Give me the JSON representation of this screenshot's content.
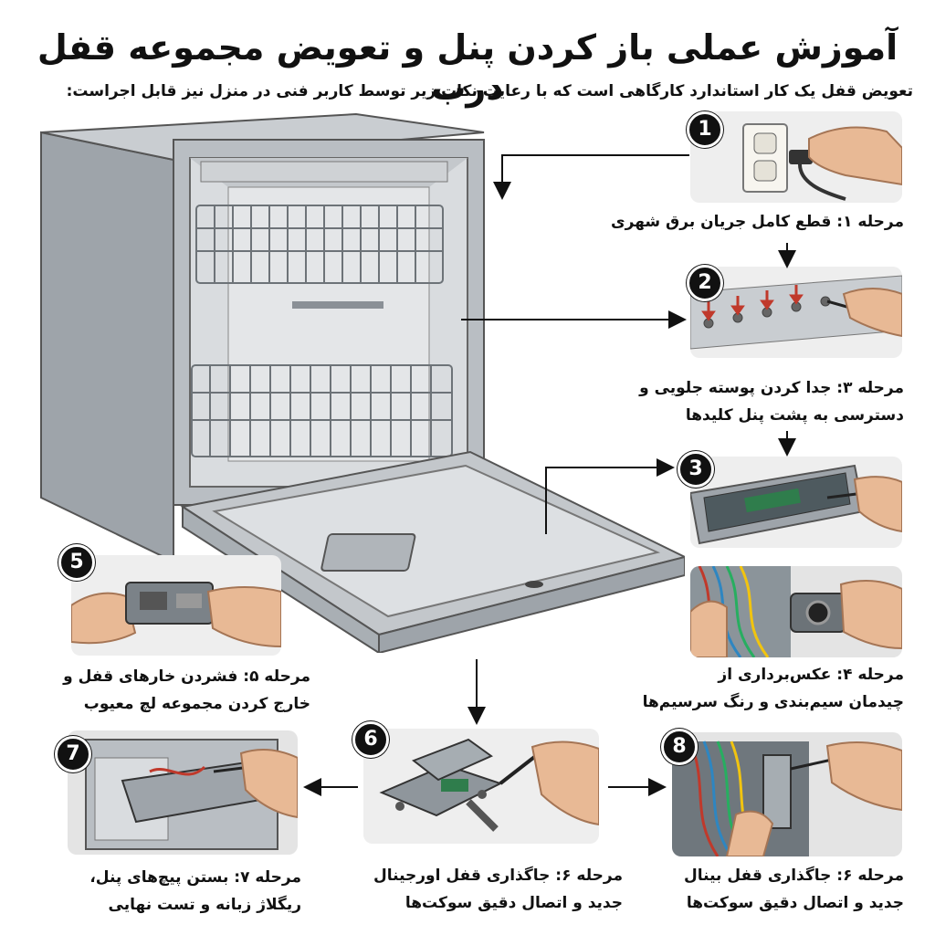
{
  "header": {
    "title": "آموزش عملی باز کردن پنل و تعویض مجموعه قفل درب",
    "subtitle": "تعویض قفل یک کار استاندارد کارگاهی است که با رعایت نکات زیر توسط کاربر فنی در منزل نیز قابل اجراست:"
  },
  "steps": [
    {
      "badge": "1",
      "lines": [
        "مرحله ۱: قطع کامل جریان برق شهری"
      ]
    },
    {
      "badge": "2",
      "lines": [
        "مرحله ۳: جدا کردن پوسته جلویی و",
        "دسترسی به پشت پنل کلیدها"
      ]
    },
    {
      "badge": "3",
      "lines": []
    },
    {
      "badge": "",
      "lines": [
        "مرحله ۴: عکس‌برداری از",
        "چیدمان سیم‌بندی و رنگ سرسیم‌ها"
      ]
    },
    {
      "badge": "5",
      "lines": [
        "مرحله ۵: فشردن خارهای قفل و",
        "خارج کردن مجموعه لچ معیوب"
      ]
    },
    {
      "badge": "6",
      "lines": [
        "مرحله ۶: جاگذاری قفل اورجینال",
        "جدید و اتصال دقیق سوکت‌ها"
      ]
    },
    {
      "badge": "7",
      "lines": [
        "مرحله ۷: بستن پیچ‌های پنل،",
        "ریگلاژ زبانه و تست نهایی"
      ]
    },
    {
      "badge": "8",
      "lines": [
        "مرحله ۶: جاگذاری قفل بینال",
        "جدید و اتصال دقیق سوکت‌ها"
      ]
    }
  ],
  "colors": {
    "appliance_steel": "#b9bec3",
    "panel_background": "#eeeeee",
    "skin": "#e8b995",
    "accent_red": "#c0392b",
    "badge": "#111111"
  },
  "icons": [
    "power-plug-icon",
    "wall-outlet-icon",
    "screwdriver-icon",
    "camera-icon",
    "door-latch-icon",
    "arrow-icon"
  ]
}
